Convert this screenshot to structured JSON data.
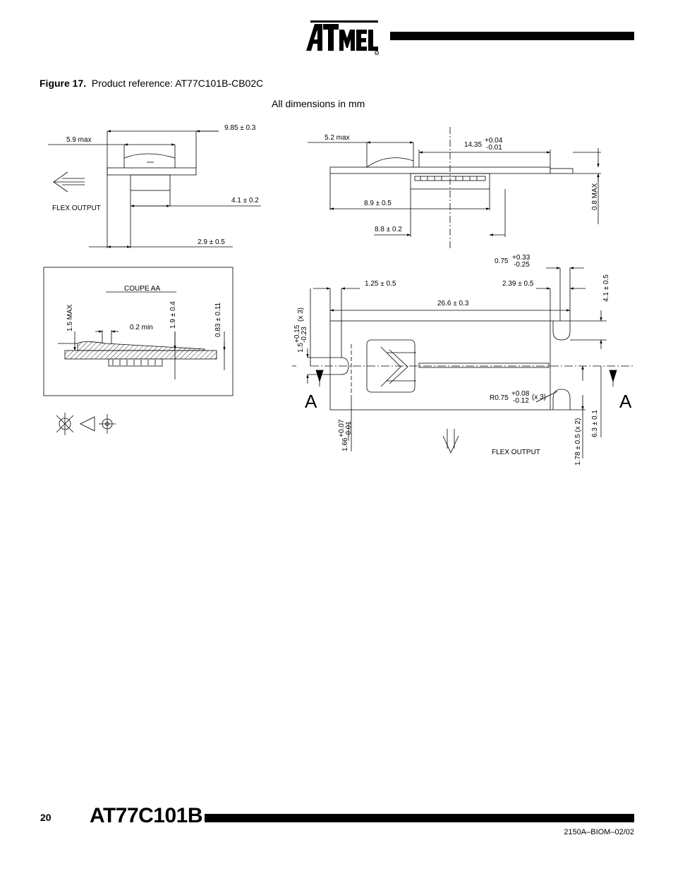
{
  "header": {
    "brand": "ATMEL",
    "registered": "®"
  },
  "figure": {
    "label": "Figure 17.",
    "caption": "Product reference: AT77C101B-CB02C",
    "dimensions_note": "All dimensions in mm"
  },
  "side_view": {
    "dim_9_85": "9.85 ± 0.3",
    "dim_5_9": "5.9 max",
    "dim_4_1": "4.1 ± 0.2",
    "flex_output": "FLEX OUTPUT",
    "dim_2_9": "2.9 ± 0.5"
  },
  "section": {
    "title": "COUPE AA",
    "dim_1_5": "1.5 MAX",
    "dim_0_2": "0.2 min",
    "dim_1_9": "1.9 ± 0.4",
    "dim_0_83": "0.83 ± 0.11"
  },
  "top_view": {
    "dim_5_2": "5.2 max",
    "dim_14_35": "14.35",
    "dim_14_35_tol_plus": "+0.04",
    "dim_14_35_tol_minus": "-0.01",
    "dim_0_8": "0.8 MAX",
    "dim_8_9": "8.9 ± 0.5",
    "dim_8_8": "8.8 ± 0.2"
  },
  "plan_view": {
    "dim_0_75": "0.75",
    "dim_0_75_tol_plus": "+0.33",
    "dim_0_75_tol_minus": "-0.25",
    "dim_1_25": "1.25 ± 0.5",
    "dim_2_39": "2.39 ± 0.5",
    "dim_4_1": "4.1 ± 0.5",
    "dim_26_6": "26.6 ± 0.3",
    "dim_1_5": "1.5",
    "dim_1_5_tol_plus": "+0.15",
    "dim_1_5_tol_minus": "-0.23",
    "dim_1_5_count": "(x 3)",
    "dim_r075": "R0.75",
    "dim_r075_tol_plus": "+0.08",
    "dim_r075_tol_minus": "-0.12",
    "dim_r075_count": "(x 3)",
    "dim_1_66": "1.66",
    "dim_1_66_tol_plus": "+0.07",
    "dim_1_66_tol_minus": "-0.01",
    "dim_1_78": "1.78 ± 0.5 (x 2)",
    "dim_6_3": "6.3 ± 0.1",
    "flex_output": "FLEX OUTPUT",
    "section_mark": "A"
  },
  "footer": {
    "page_number": "20",
    "doc_title": "AT77C101B",
    "doc_code": "2150A–BIOM–02/02"
  }
}
